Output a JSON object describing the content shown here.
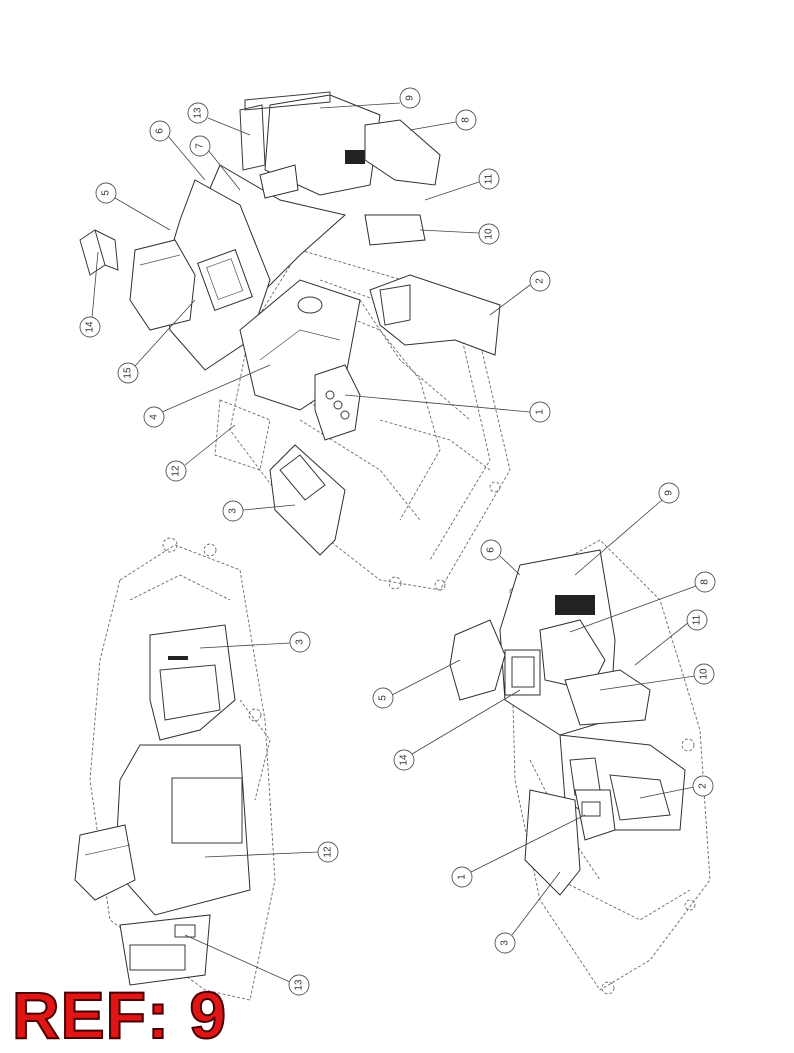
{
  "callouts": {
    "top": [
      {
        "label": "9"
      },
      {
        "label": "8"
      },
      {
        "label": "11"
      },
      {
        "label": "10"
      },
      {
        "label": "2"
      },
      {
        "label": "1"
      },
      {
        "label": "13"
      },
      {
        "label": "6"
      },
      {
        "label": "7"
      },
      {
        "label": "5"
      },
      {
        "label": "14"
      },
      {
        "label": "15"
      },
      {
        "label": "4"
      },
      {
        "label": "12"
      },
      {
        "label": "3"
      }
    ],
    "left": [
      {
        "label": "3"
      },
      {
        "label": "12"
      },
      {
        "label": "13"
      }
    ],
    "right": [
      {
        "label": "9"
      },
      {
        "label": "6"
      },
      {
        "label": "8"
      },
      {
        "label": "11"
      },
      {
        "label": "10"
      },
      {
        "label": "5"
      },
      {
        "label": "14"
      },
      {
        "label": "2"
      },
      {
        "label": "1"
      },
      {
        "label": "3"
      }
    ]
  },
  "ref_label": "REF: 9",
  "colors": {
    "ref_text": "#e01515",
    "line": "#3a3a3a"
  }
}
